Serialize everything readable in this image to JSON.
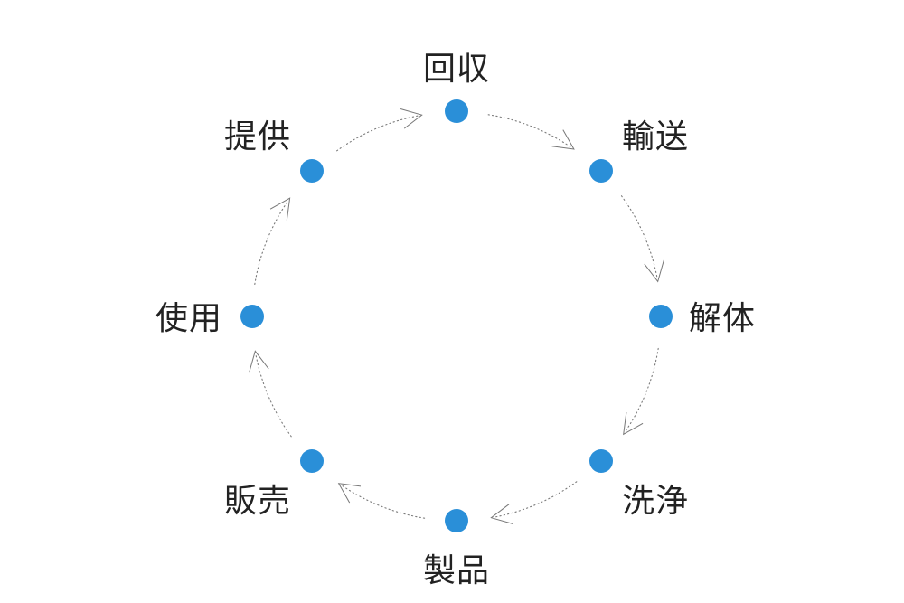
{
  "colors": {
    "node": "#2a8fd8",
    "label": "#222222",
    "arrow": "#777777",
    "background": "#ffffff"
  },
  "nodes": [
    {
      "id": "collection",
      "label": "回収"
    },
    {
      "id": "transport",
      "label": "輸送"
    },
    {
      "id": "dismantle",
      "label": "解体"
    },
    {
      "id": "wash",
      "label": "洗浄"
    },
    {
      "id": "product",
      "label": "製品"
    },
    {
      "id": "sale",
      "label": "販売"
    },
    {
      "id": "use",
      "label": "使用"
    },
    {
      "id": "provide",
      "label": "提供"
    }
  ],
  "flow": [
    "collection",
    "transport",
    "dismantle",
    "wash",
    "product",
    "sale",
    "use",
    "provide",
    "collection"
  ]
}
